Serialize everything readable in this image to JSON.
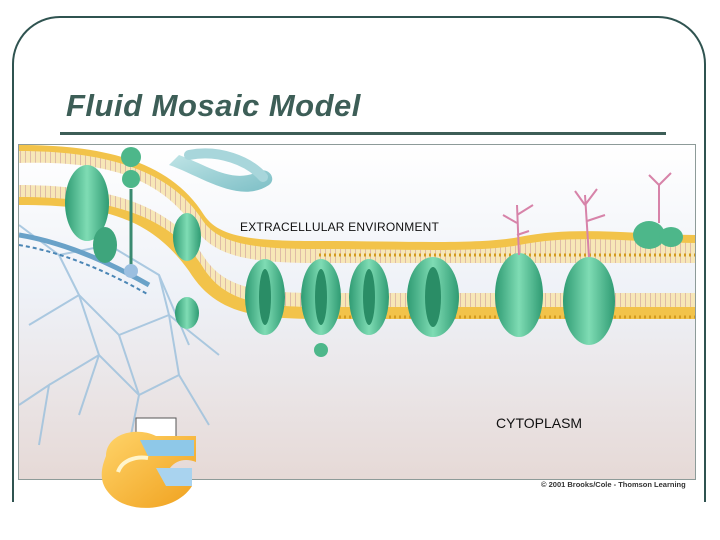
{
  "slide": {
    "title": "Fluid Mosaic Model"
  },
  "figure": {
    "label_top": "EXTRACELLULAR ENVIRONMENT",
    "label_bottom": "CYTOPLASM",
    "credit": "© 2001 Brooks/Cole - Thomson Learning"
  },
  "colors": {
    "accent": "#3d5e57",
    "membrane_head": "#f2c34a",
    "protein": "#5ec49a",
    "background_top": "#ffffff",
    "background_bottom": "#e8ddd8"
  },
  "icons": [
    "membrane-curl-icon"
  ]
}
